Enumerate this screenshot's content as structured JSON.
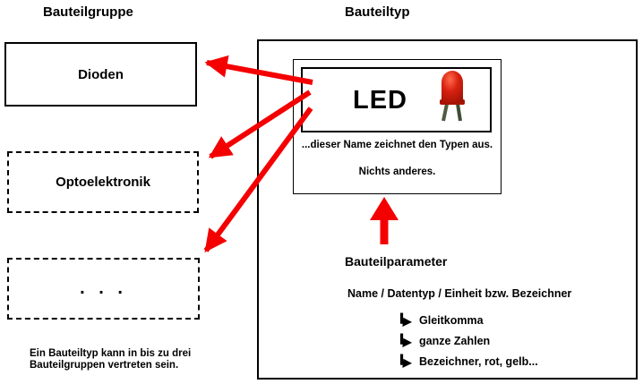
{
  "left_column": {
    "title": "Bauteilgruppe",
    "groups": [
      {
        "label": "Dioden",
        "border": "solid"
      },
      {
        "label": "Optoelektronik",
        "border": "dashed"
      },
      {
        "label": ". . .",
        "border": "dashed"
      }
    ],
    "note": {
      "line1": "Ein Bauteiltyp kann in bis zu drei",
      "line2": "Bauteilgruppen vertreten sein."
    }
  },
  "right_column": {
    "title": "Bauteiltyp",
    "type_name": "LED",
    "name_caption_line1": "...dieser Name zeichnet den Typen  aus.",
    "name_caption_line2": "Nichts anderes.",
    "parameter_label": "Bauteilparameter",
    "parameter_header": "Name  /  Datentyp  /  Einheit bzw. Bezeichner",
    "parameter_types": [
      "Gleitkomma",
      "ganze Zahlen",
      "Bezeichner, rot, gelb..."
    ]
  },
  "icons": {
    "led": "led-icon",
    "branch": "branch-arrow-icon",
    "relation_arrows": "red-relation-arrows",
    "up_arrow": "red-up-arrow"
  },
  "colors": {
    "arrow_red": "#f40000",
    "led_red": "#d92211",
    "led_red_dark": "#9e1203",
    "led_leg_green": "#4e5c40",
    "line_black": "#000000",
    "background": "#ffffff"
  }
}
